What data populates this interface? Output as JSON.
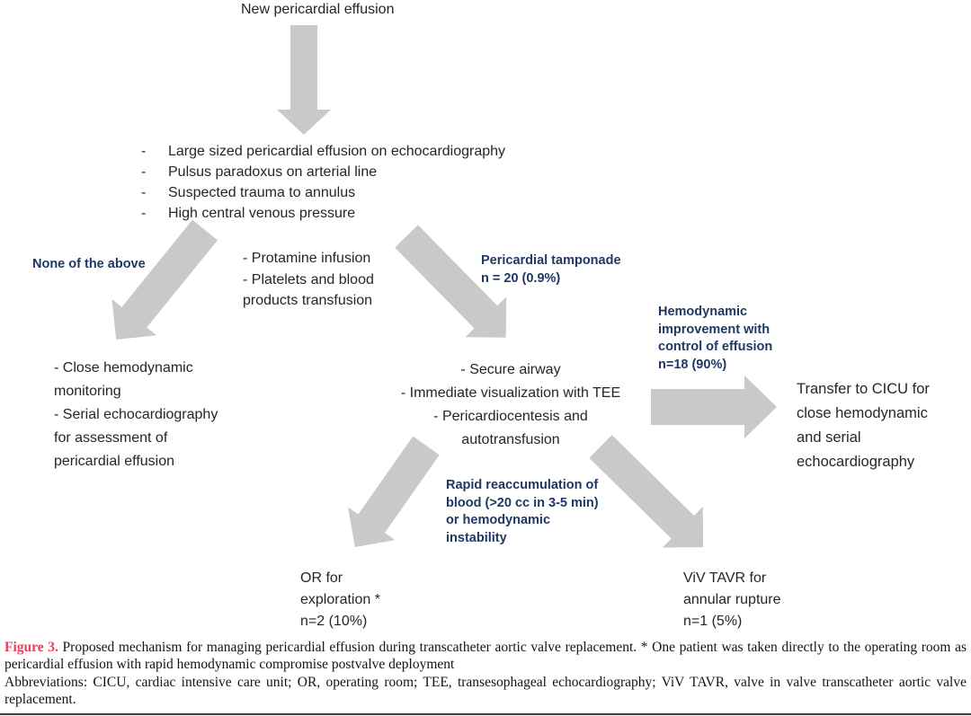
{
  "flow": {
    "title": "New pericardial effusion",
    "bullet": "-",
    "criteria": [
      "Large sized pericardial effusion on echocardiography",
      "Pulsus paradoxus on arterial line",
      "Suspected trauma to annulus",
      "High central venous pressure"
    ],
    "none_of_above": "None of the above",
    "medical_management": "- Protamine infusion\n- Platelets and blood\nproducts transfusion",
    "tamponade": "Pericardial tamponade\nn = 20 (0.9%)",
    "monitoring": "- Close hemodynamic\nmonitoring\n- Serial echocardiography\nfor assessment of\npericardial effusion",
    "airway": "- Secure airway\n- Immediate visualization with TEE\n- Pericardiocentesis and\nautotransfusion",
    "hemodynamic_improvement": "Hemodynamic\nimprovement with\ncontrol of effusion\nn=18 (90%)",
    "transfer_cicu": "Transfer to CICU for\nclose hemodynamic\nand serial\nechocardiography",
    "reaccumulation": "Rapid reaccumulation of\nblood (>20 cc in 3-5 min)\nor hemodynamic\ninstability",
    "or_exploration": "OR for\nexploration *\nn=2 (10%)",
    "viv_tavr": "ViV TAVR for\nannular rupture\nn=1 (5%)"
  },
  "caption": {
    "figure_label": "Figure 3.",
    "text": "Proposed mechanism for managing pericardial effusion during transcatheter aortic valve replacement. * One patient was taken directly to the operating room as pericardial effusion with rapid hemodynamic compromise postvalve deployment",
    "abbreviations": "Abbreviations: CICU, cardiac intensive care unit; OR, operating room; TEE, transesophageal echocardiography; ViV TAVR, valve in valve transcatheter aortic valve replacement."
  },
  "colors": {
    "accent_blue": "#1f3864",
    "figure_label_red": "#ea415b",
    "arrow_gray": "#c9c9c9",
    "body_text": "#262626"
  }
}
